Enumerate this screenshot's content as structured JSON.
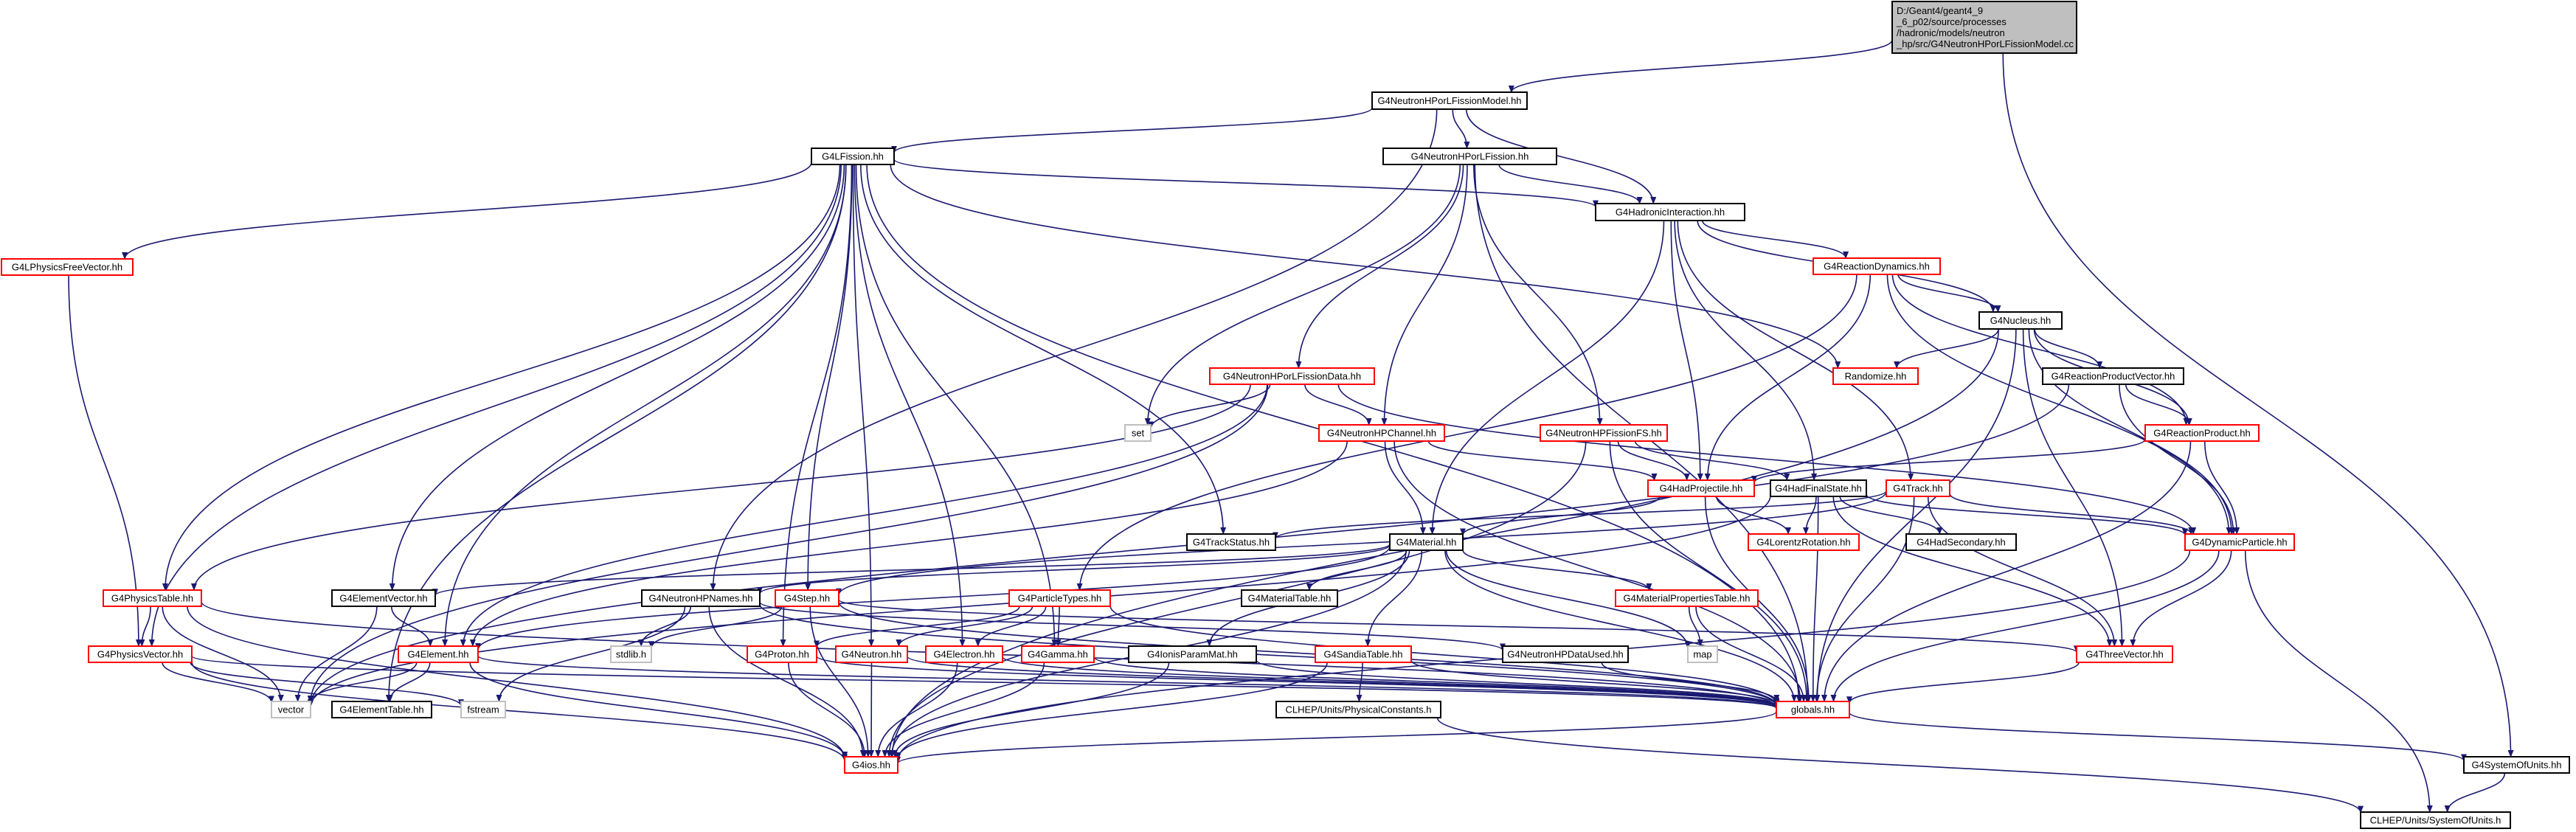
{
  "colors": {
    "edge": "#191970",
    "border_black": "#000000",
    "border_red": "#ff0000",
    "root_fill": "#bfbfbf",
    "node_fill": "#ffffff",
    "text": "#000000"
  },
  "nodes": [
    {
      "id": "root",
      "lines": [
        "D:/Geant4/geant4_9",
        "_6_p02/source/processes",
        "/hadronic/models/neutron",
        "_hp/src/G4NeutronHPorLFissionModel.cc"
      ],
      "style": "root"
    },
    {
      "id": "model",
      "lines": [
        "G4NeutronHPorLFissionModel.hh"
      ],
      "style": "black"
    },
    {
      "id": "lfission",
      "lines": [
        "G4LFission.hh"
      ],
      "style": "black"
    },
    {
      "id": "nhplfission",
      "lines": [
        "G4NeutronHPorLFission.hh"
      ],
      "style": "black"
    },
    {
      "id": "hadint",
      "lines": [
        "G4HadronicInteraction.hh"
      ],
      "style": "black"
    },
    {
      "id": "lpfv",
      "lines": [
        "G4LPhysicsFreeVector.hh"
      ],
      "style": "red"
    },
    {
      "id": "reacdyn",
      "lines": [
        "G4ReactionDynamics.hh"
      ],
      "style": "red"
    },
    {
      "id": "nucleus",
      "lines": [
        "G4Nucleus.hh"
      ],
      "style": "black"
    },
    {
      "id": "random",
      "lines": [
        "Randomize.hh"
      ],
      "style": "red"
    },
    {
      "id": "fissdata",
      "lines": [
        "G4NeutronHPorLFissionData.hh"
      ],
      "style": "red"
    },
    {
      "id": "rpv",
      "lines": [
        "G4ReactionProductVector.hh"
      ],
      "style": "black"
    },
    {
      "id": "set",
      "lines": [
        "set"
      ],
      "style": "plain"
    },
    {
      "id": "channel",
      "lines": [
        "G4NeutronHPChannel.hh"
      ],
      "style": "red"
    },
    {
      "id": "fissfs",
      "lines": [
        "G4NeutronHPFissionFS.hh"
      ],
      "style": "red"
    },
    {
      "id": "rp",
      "lines": [
        "G4ReactionProduct.hh"
      ],
      "style": "red"
    },
    {
      "id": "hadproj",
      "lines": [
        "G4HadProjectile.hh"
      ],
      "style": "red"
    },
    {
      "id": "hadfs",
      "lines": [
        "G4HadFinalState.hh"
      ],
      "style": "black"
    },
    {
      "id": "track",
      "lines": [
        "G4Track.hh"
      ],
      "style": "red"
    },
    {
      "id": "trackstatus",
      "lines": [
        "G4TrackStatus.hh"
      ],
      "style": "black"
    },
    {
      "id": "material",
      "lines": [
        "G4Material.hh"
      ],
      "style": "black"
    },
    {
      "id": "lorentz",
      "lines": [
        "G4LorentzRotation.hh"
      ],
      "style": "red"
    },
    {
      "id": "hadsec",
      "lines": [
        "G4HadSecondary.hh"
      ],
      "style": "black"
    },
    {
      "id": "dynpart",
      "lines": [
        "G4DynamicParticle.hh"
      ],
      "style": "red"
    },
    {
      "id": "phystable",
      "lines": [
        "G4PhysicsTable.hh"
      ],
      "style": "red"
    },
    {
      "id": "elvec",
      "lines": [
        "G4ElementVector.hh"
      ],
      "style": "black"
    },
    {
      "id": "names",
      "lines": [
        "G4NeutronHPNames.hh"
      ],
      "style": "black"
    },
    {
      "id": "step",
      "lines": [
        "G4Step.hh"
      ],
      "style": "red"
    },
    {
      "id": "parttypes",
      "lines": [
        "G4ParticleTypes.hh"
      ],
      "style": "red"
    },
    {
      "id": "mattable",
      "lines": [
        "G4MaterialTable.hh"
      ],
      "style": "black"
    },
    {
      "id": "matprop",
      "lines": [
        "G4MaterialPropertiesTable.hh"
      ],
      "style": "red"
    },
    {
      "id": "physvec",
      "lines": [
        "G4PhysicsVector.hh"
      ],
      "style": "red"
    },
    {
      "id": "element",
      "lines": [
        "G4Element.hh"
      ],
      "style": "red"
    },
    {
      "id": "stdlib",
      "lines": [
        "stdlib.h"
      ],
      "style": "plain"
    },
    {
      "id": "proton",
      "lines": [
        "G4Proton.hh"
      ],
      "style": "red"
    },
    {
      "id": "neutron",
      "lines": [
        "G4Neutron.hh"
      ],
      "style": "red"
    },
    {
      "id": "electron",
      "lines": [
        "G4Electron.hh"
      ],
      "style": "red"
    },
    {
      "id": "gamma",
      "lines": [
        "G4Gamma.hh"
      ],
      "style": "red"
    },
    {
      "id": "ionis",
      "lines": [
        "G4IonisParamMat.hh"
      ],
      "style": "black"
    },
    {
      "id": "sandia",
      "lines": [
        "G4SandiaTable.hh"
      ],
      "style": "red"
    },
    {
      "id": "dataused",
      "lines": [
        "G4NeutronHPDataUsed.hh"
      ],
      "style": "black"
    },
    {
      "id": "map",
      "lines": [
        "map"
      ],
      "style": "plain"
    },
    {
      "id": "threevec",
      "lines": [
        "G4ThreeVector.hh"
      ],
      "style": "red"
    },
    {
      "id": "vector",
      "lines": [
        "vector"
      ],
      "style": "plain"
    },
    {
      "id": "eltable",
      "lines": [
        "G4ElementTable.hh"
      ],
      "style": "black"
    },
    {
      "id": "fstream",
      "lines": [
        "fstream"
      ],
      "style": "plain"
    },
    {
      "id": "physconst",
      "lines": [
        "CLHEP/Units/PhysicalConstants.h"
      ],
      "style": "black"
    },
    {
      "id": "globals",
      "lines": [
        "globals.hh"
      ],
      "style": "red"
    },
    {
      "id": "ios",
      "lines": [
        "G4ios.hh"
      ],
      "style": "red"
    },
    {
      "id": "sysunits",
      "lines": [
        "G4SystemOfUnits.hh"
      ],
      "style": "black"
    },
    {
      "id": "clhepunits",
      "lines": [
        "CLHEP/Units/SystemOfUnits.h"
      ],
      "style": "black"
    }
  ],
  "edges": [
    [
      "root",
      "model"
    ],
    [
      "root",
      "sysunits"
    ],
    [
      "model",
      "lfission"
    ],
    [
      "model",
      "nhplfission"
    ],
    [
      "model",
      "hadint"
    ],
    [
      "model",
      "names"
    ],
    [
      "nhplfission",
      "hadint"
    ],
    [
      "nhplfission",
      "fissdata"
    ],
    [
      "nhplfission",
      "channel"
    ],
    [
      "nhplfission",
      "fissfs"
    ],
    [
      "nhplfission",
      "set"
    ],
    [
      "nhplfission",
      "globals"
    ],
    [
      "lfission",
      "hadint"
    ],
    [
      "lfission",
      "lpfv"
    ],
    [
      "lfission",
      "phystable"
    ],
    [
      "lfission",
      "physvec"
    ],
    [
      "lfission",
      "elvec"
    ],
    [
      "lfission",
      "element"
    ],
    [
      "lfission",
      "eltable"
    ],
    [
      "lfission",
      "step"
    ],
    [
      "lfission",
      "trackstatus"
    ],
    [
      "lfission",
      "proton"
    ],
    [
      "lfission",
      "neutron"
    ],
    [
      "lfission",
      "electron"
    ],
    [
      "lfission",
      "gamma"
    ],
    [
      "lfission",
      "random"
    ],
    [
      "lfission",
      "globals"
    ],
    [
      "hadint",
      "reacdyn"
    ],
    [
      "hadint",
      "nucleus"
    ],
    [
      "hadint",
      "material"
    ],
    [
      "hadint",
      "hadproj"
    ],
    [
      "hadint",
      "hadfs"
    ],
    [
      "hadint",
      "track"
    ],
    [
      "reacdyn",
      "nucleus"
    ],
    [
      "reacdyn",
      "rp"
    ],
    [
      "reacdyn",
      "parttypes"
    ],
    [
      "reacdyn",
      "hadproj"
    ],
    [
      "reacdyn",
      "dynpart"
    ],
    [
      "nucleus",
      "rpv"
    ],
    [
      "nucleus",
      "rp"
    ],
    [
      "nucleus",
      "random"
    ],
    [
      "nucleus",
      "threevec"
    ],
    [
      "nucleus",
      "dynpart"
    ],
    [
      "nucleus",
      "globals"
    ],
    [
      "nucleus",
      "ios"
    ],
    [
      "rpv",
      "rp"
    ],
    [
      "rpv",
      "vector"
    ],
    [
      "rpv",
      "dynpart"
    ],
    [
      "rp",
      "hadproj"
    ],
    [
      "rp",
      "dynpart"
    ],
    [
      "rp",
      "globals"
    ],
    [
      "fissdata",
      "channel"
    ],
    [
      "fissdata",
      "element"
    ],
    [
      "fissdata",
      "phystable"
    ],
    [
      "fissdata",
      "set"
    ],
    [
      "fissdata",
      "vector"
    ],
    [
      "fissdata",
      "dynpart"
    ],
    [
      "channel",
      "hadproj"
    ],
    [
      "channel",
      "material"
    ],
    [
      "channel",
      "element"
    ],
    [
      "channel",
      "globals"
    ],
    [
      "fissfs",
      "hadproj"
    ],
    [
      "fissfs",
      "hadfs"
    ],
    [
      "fissfs",
      "globals"
    ],
    [
      "fissfs",
      "ios"
    ],
    [
      "hadproj",
      "material"
    ],
    [
      "hadproj",
      "lorentz"
    ],
    [
      "hadproj",
      "globals"
    ],
    [
      "hadfs",
      "lorentz"
    ],
    [
      "hadfs",
      "hadsec"
    ],
    [
      "hadfs",
      "dynpart"
    ],
    [
      "hadfs",
      "threevec"
    ],
    [
      "hadfs",
      "globals"
    ],
    [
      "hadfs",
      "vector"
    ],
    [
      "track",
      "trackstatus"
    ],
    [
      "track",
      "dynpart"
    ],
    [
      "track",
      "threevec"
    ],
    [
      "track",
      "globals"
    ],
    [
      "track",
      "step"
    ],
    [
      "material",
      "elvec"
    ],
    [
      "material",
      "element"
    ],
    [
      "material",
      "mattable"
    ],
    [
      "material",
      "matprop"
    ],
    [
      "material",
      "ionis"
    ],
    [
      "material",
      "sandia"
    ],
    [
      "material",
      "map"
    ],
    [
      "material",
      "globals"
    ],
    [
      "material",
      "ios"
    ],
    [
      "material",
      "names"
    ],
    [
      "matprop",
      "map"
    ],
    [
      "matprop",
      "globals"
    ],
    [
      "dynpart",
      "threevec"
    ],
    [
      "dynpart",
      "globals"
    ],
    [
      "dynpart",
      "ios"
    ],
    [
      "dynpart",
      "clhepunits"
    ],
    [
      "phystable",
      "physvec"
    ],
    [
      "phystable",
      "vector"
    ],
    [
      "phystable",
      "ios"
    ],
    [
      "phystable",
      "globals"
    ],
    [
      "elvec",
      "element"
    ],
    [
      "elvec",
      "vector"
    ],
    [
      "names",
      "stdlib"
    ],
    [
      "names",
      "fstream"
    ],
    [
      "names",
      "globals"
    ],
    [
      "names",
      "dataused"
    ],
    [
      "names",
      "ios"
    ],
    [
      "step",
      "stdlib"
    ],
    [
      "step",
      "ios"
    ],
    [
      "step",
      "threevec"
    ],
    [
      "step",
      "globals"
    ],
    [
      "parttypes",
      "proton"
    ],
    [
      "parttypes",
      "neutron"
    ],
    [
      "parttypes",
      "electron"
    ],
    [
      "parttypes",
      "gamma"
    ],
    [
      "parttypes",
      "globals"
    ],
    [
      "physvec",
      "vector"
    ],
    [
      "physvec",
      "fstream"
    ],
    [
      "physvec",
      "ios"
    ],
    [
      "physvec",
      "globals"
    ],
    [
      "element",
      "eltable"
    ],
    [
      "element",
      "vector"
    ],
    [
      "element",
      "ios"
    ],
    [
      "element",
      "globals"
    ],
    [
      "proton",
      "globals"
    ],
    [
      "proton",
      "ios"
    ],
    [
      "neutron",
      "globals"
    ],
    [
      "neutron",
      "ios"
    ],
    [
      "electron",
      "globals"
    ],
    [
      "electron",
      "ios"
    ],
    [
      "gamma",
      "globals"
    ],
    [
      "gamma",
      "ios"
    ],
    [
      "ionis",
      "globals"
    ],
    [
      "ionis",
      "ios"
    ],
    [
      "sandia",
      "physconst"
    ],
    [
      "sandia",
      "globals"
    ],
    [
      "sandia",
      "ios"
    ],
    [
      "dataused",
      "globals"
    ],
    [
      "threevec",
      "globals"
    ],
    [
      "lpfv",
      "physvec"
    ],
    [
      "physconst",
      "clhepunits"
    ],
    [
      "globals",
      "ios"
    ],
    [
      "globals",
      "sysunits"
    ],
    [
      "sysunits",
      "clhepunits"
    ]
  ]
}
